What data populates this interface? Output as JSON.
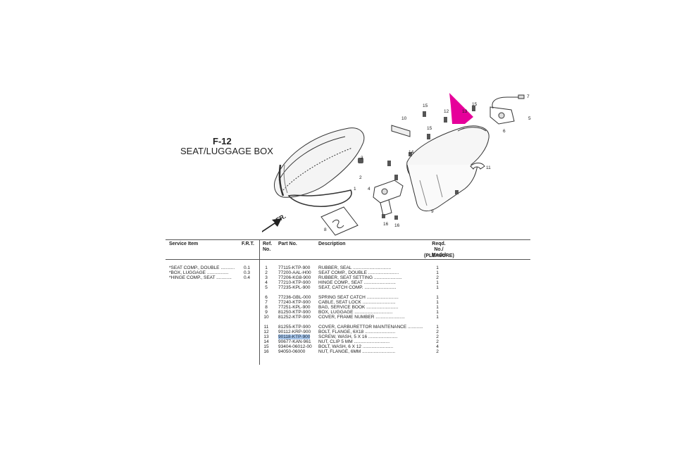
{
  "header": {
    "figure_code": "F-12",
    "title": "SEAT/LUGGAGE BOX"
  },
  "diagram": {
    "callouts": [
      "1",
      "2",
      "3",
      "4",
      "5",
      "6",
      "7",
      "8",
      "9",
      "10",
      "11",
      "12",
      "13",
      "14",
      "15",
      "15",
      "15",
      "16",
      "16"
    ],
    "direction_label": "FR."
  },
  "table": {
    "headers": {
      "service_item": "Service Item",
      "frt": "F.R.T.",
      "ref_no": "Ref. No.",
      "part_no": "Part No.",
      "description": "Description",
      "reqd_no": "Reqd. No./ Model",
      "model": "(PLEASURE)"
    },
    "service_items": [
      {
        "name": "*SEAT COMP., DOUBLE",
        "frt": "0.1"
      },
      {
        "name": "*BOX, LUGGAGE",
        "frt": "0.3"
      },
      {
        "name": "*HINGE COMP., SEAT",
        "frt": "0.4"
      }
    ],
    "parts": [
      {
        "ref": "1",
        "part_no": "77115-KTP-900",
        "desc": "RUBBER, SEAL",
        "qty": "1"
      },
      {
        "ref": "2",
        "part_no": "77200-AAL-H00",
        "desc": "SEAT COMP., DOUBLE",
        "qty": "1"
      },
      {
        "ref": "3",
        "part_no": "77206-KG8-900",
        "desc": "RUBBER, SEAT SETTING",
        "qty": "2"
      },
      {
        "ref": "4",
        "part_no": "77210-KTP-900",
        "desc": "HINGE COMP., SEAT",
        "qty": "1"
      },
      {
        "ref": "5",
        "part_no": "77235-KPL-900",
        "desc": "SEAT, CATCH COMP.",
        "qty": "1"
      },
      {
        "ref": "6",
        "part_no": "77236-GBL-000",
        "desc": "SPRING SEAT CATCH",
        "qty": "1"
      },
      {
        "ref": "7",
        "part_no": "77240-KTP-900",
        "desc": "CABLE, SEAT LOCK",
        "qty": "1"
      },
      {
        "ref": "8",
        "part_no": "77251-KPL-900",
        "desc": "BAG, SERVICE BOOK",
        "qty": "1"
      },
      {
        "ref": "9",
        "part_no": "81250-KTP-900",
        "desc": "BOX, LUGGAGE",
        "qty": "1"
      },
      {
        "ref": "10",
        "part_no": "81252-KTP-900",
        "desc": "COVER, FRAME NUMBER",
        "qty": "1"
      },
      {
        "ref": "11",
        "part_no": "81255-KTP-900",
        "desc": "COVER, CARBURETTOR MAINTENANCE",
        "qty": "1"
      },
      {
        "ref": "12",
        "part_no": "90112-KRP-900",
        "desc": "BOLT, FLANGE, 6X18",
        "qty": "2"
      },
      {
        "ref": "13",
        "part_no": "90118-KTP-900",
        "desc": "SCREW, WASH, 5 X 16",
        "qty": "2",
        "highlight": true
      },
      {
        "ref": "14",
        "part_no": "90677-KAN-961",
        "desc": "NUT, CLIP 5 MM",
        "qty": "2"
      },
      {
        "ref": "15",
        "part_no": "93404-06012-00",
        "desc": "BOLT, WASH, 6 X 12",
        "qty": "4"
      },
      {
        "ref": "16",
        "part_no": "94050-06000",
        "desc": "NUT, FLANGE, 6MM",
        "qty": "2"
      }
    ]
  },
  "colors": {
    "highlight_marker": "#e6009a",
    "selection": "#a9c7ec",
    "line": "#555555"
  }
}
